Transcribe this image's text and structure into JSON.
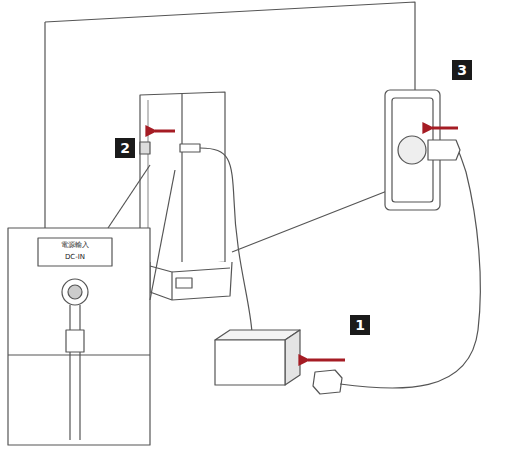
{
  "diagram": {
    "labels": [
      "3",
      "2",
      "電源輸入",
      "DC-IN",
      "1"
    ]
  }
}
